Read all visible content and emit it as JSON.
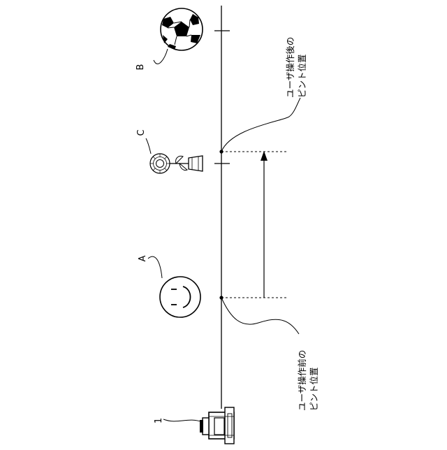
{
  "figure": {
    "reference_labels": {
      "camera": "1",
      "subject_a": "A",
      "subject_b": "B",
      "subject_c": "C"
    },
    "callouts": {
      "before": {
        "line1": "ユーザ操作前の",
        "line2": "ピント位置"
      },
      "after": {
        "line1": "ユーザ操作後の",
        "line2": "ピント位置"
      }
    },
    "icons": {
      "camera": "camera-icon",
      "subject_a": "smiley-face-icon",
      "subject_b": "soccer-ball-icon",
      "subject_c": "flower-pot-icon"
    }
  }
}
